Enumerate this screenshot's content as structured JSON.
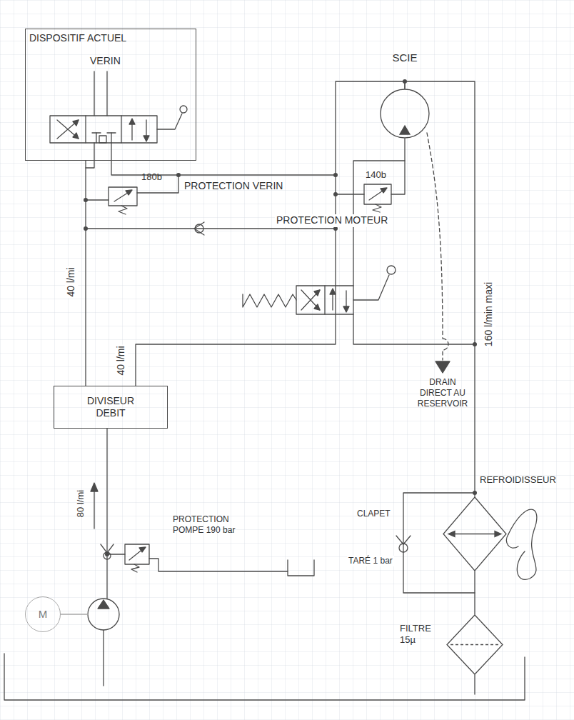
{
  "diagram": {
    "nodes": [
      {
        "text": [
          "DISPOSITIF ACTUEL",
          "VERIN"
        ]
      },
      {
        "text": [
          "SCIE"
        ]
      },
      {
        "text": [
          "DIVISEUR DEBIT"
        ]
      },
      {
        "text": [
          "M"
        ]
      },
      {
        "text": [
          "REFROIDISSEUR"
        ]
      },
      {
        "text": [
          "FILTRE 15µ"
        ]
      }
    ],
    "edges": [
      {
        "from": 2,
        "to": 0,
        "arrow": "none",
        "label": "40 l/mi"
      },
      {
        "from": 2,
        "to": 1,
        "arrow": "none",
        "label": "40 l/mi"
      },
      {
        "from": 1,
        "to": 4,
        "arrow": "none",
        "label": "160 l/min maxi"
      },
      {
        "from": 4,
        "to": 5,
        "arrow": "none"
      }
    ],
    "labels": [
      "180b",
      "PROTECTION VERIN",
      "140b",
      "PROTECTION MOTEUR",
      "DRAIN DIRECT AU RESERVOIR",
      "80 l/mi",
      "PROTECTION POMPE 190 bar",
      "CLAPET",
      "TARÉ 1 bar"
    ]
  }
}
